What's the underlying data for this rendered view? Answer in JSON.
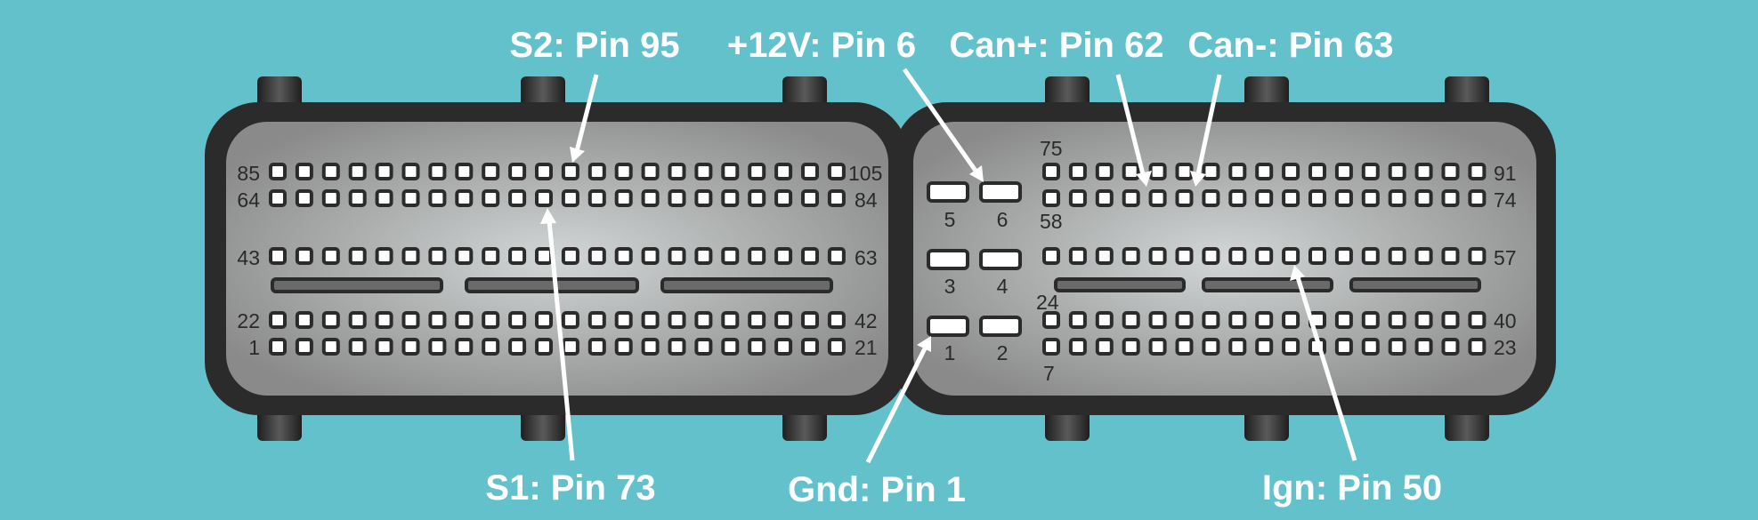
{
  "callouts": {
    "s2": "S2: Pin 95",
    "s1": "S1: Pin 73",
    "v12": "+12V: Pin 6",
    "canp": "Can+: Pin 62",
    "canm": "Can-: Pin 63",
    "gnd": "Gnd: Pin 1",
    "ign": "Ign: Pin 50"
  },
  "left_connector": {
    "row_labels": {
      "r85": "85",
      "r105": "105",
      "r64": "64",
      "r84": "84",
      "r43": "43",
      "r63": "63",
      "r22": "22",
      "r42": "42",
      "r1": "1",
      "r21": "21"
    }
  },
  "right_connector": {
    "power_pins": {
      "p5": "5",
      "p6": "6",
      "p3": "3",
      "p4": "4",
      "p1": "1",
      "p2": "2"
    },
    "row_labels": {
      "r75": "75",
      "r91": "91",
      "r58": "58",
      "r74": "74",
      "r57": "57",
      "r24": "24",
      "r40": "40",
      "r23": "23",
      "r7": "7"
    }
  },
  "colors": {
    "background": "#63c1cc",
    "housing": "#2b2b2b",
    "face_center": "#cfd3d3",
    "face_edge": "#8c8c8c",
    "pin": "#ffffff",
    "label": "#ffffff"
  }
}
